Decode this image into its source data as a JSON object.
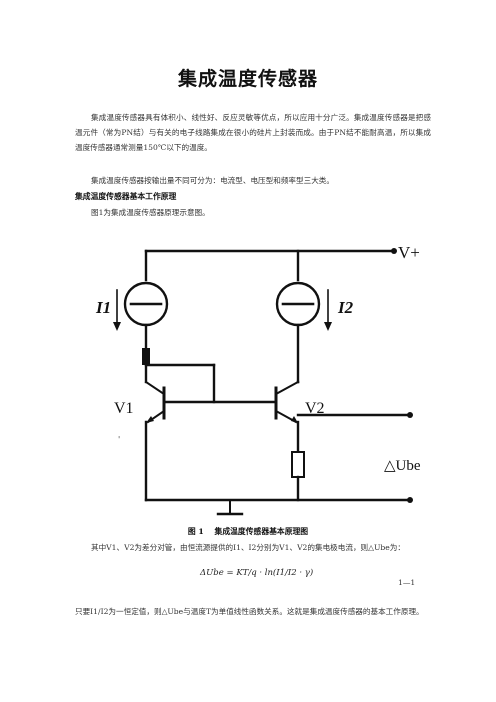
{
  "document": {
    "title": "集成温度传感器",
    "paragraphs": [
      "集成温度传感器具有体积小、线性好、反应灵敏等优点，所以应用十分广泛。集成温度传感器是把感温元件（常为PN结）与有关的电子线路集成在很小的硅片上封装而成。由于PN结不能耐高温，所以集成温度传感器通常测量150℃以下的温度。",
      "集成温度传感器按输出量不同可分为：电流型、电压型和频率型三大类。"
    ],
    "section_heading": "集成温度传感器基本工作原理",
    "figure_intro": "图1为集成温度传感器原理示意图。",
    "figure": {
      "labels": {
        "v_plus": "V+",
        "i1": "I1",
        "i2": "I2",
        "v1": "V1",
        "v2": "V2",
        "delta_ube": "△Ube"
      },
      "caption_number": "图 1",
      "caption_text": "集成温度传感器基本原理图",
      "stray_mark": "'"
    },
    "explanation": "其中V1、V2为差分对管，由恒流源提供的I1、I2分别为V1、V2的集电极电流，则△Ube为：",
    "equation": {
      "lhs": "ΔUbe =",
      "rhs": "KT/q · ln(I1/I2 · γ)",
      "number": "1—1"
    },
    "conclusion": "只要I1/I2为一恒定值，则△Ube与温度T为单值线性函数关系。这就是集成温度传感器的基本工作原理。"
  }
}
